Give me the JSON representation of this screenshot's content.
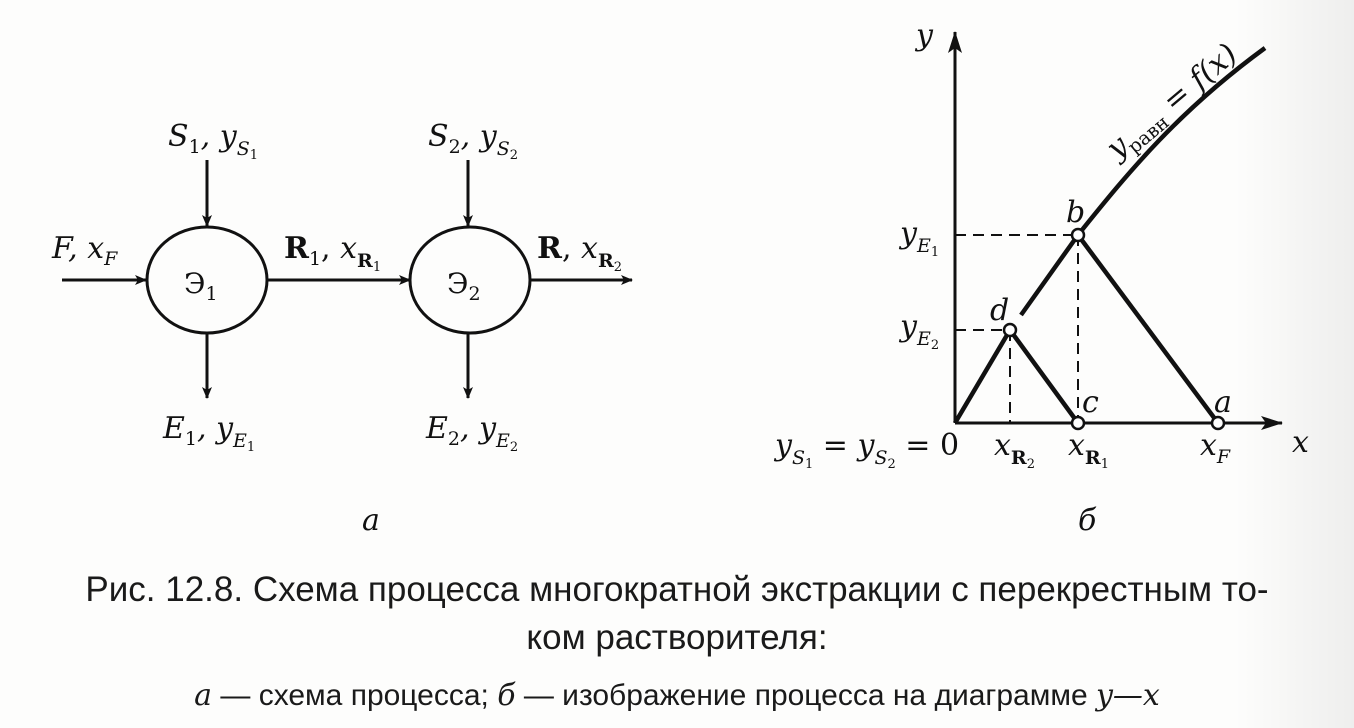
{
  "scheme_a": {
    "feed": {
      "symbol": "F",
      "var": "x",
      "var_sub": "F"
    },
    "stage1": {
      "label": "Э",
      "sub": "1"
    },
    "stage2": {
      "label": "Э",
      "sub": "2"
    },
    "solvent1": {
      "symbol": "S",
      "sub": "1",
      "var": "y",
      "var_sub": "S",
      "var_subsub": "1"
    },
    "solvent2": {
      "symbol": "S",
      "sub": "2",
      "var": "y",
      "var_sub": "S",
      "var_subsub": "2"
    },
    "raffinate1": {
      "symbol": "R",
      "sub": "1",
      "var": "x",
      "var_sub": "R",
      "var_subsub": "1"
    },
    "raffinate_out": {
      "symbol": "R",
      "var": "x",
      "var_sub": "R",
      "var_subsub": "2"
    },
    "extract1": {
      "symbol": "E",
      "sub": "1",
      "var": "y",
      "var_sub": "E",
      "var_subsub": "1"
    },
    "extract2": {
      "symbol": "E",
      "sub": "2",
      "var": "y",
      "var_sub": "E",
      "var_subsub": "2"
    },
    "panel_label": "а"
  },
  "diagram_b": {
    "axis_y": "y",
    "axis_x": "x",
    "curve_label_y": "y",
    "curve_label_sub": "равн",
    "curve_label_eq": " = ",
    "curve_label_f": "f(x)",
    "points": {
      "a": "a",
      "b": "b",
      "c": "c",
      "d": "d"
    },
    "yE1": {
      "var": "y",
      "sub": "E",
      "subsub": "1"
    },
    "yE2": {
      "var": "y",
      "sub": "E",
      "subsub": "2"
    },
    "origin": {
      "y1": "y",
      "s1": "S",
      "ss1": "1",
      "eq1": " = ",
      "y2": "y",
      "s2": "S",
      "ss2": "2",
      "eq2": " = 0"
    },
    "xR2": {
      "var": "x",
      "sub": "R",
      "subsub": "2"
    },
    "xR1": {
      "var": "x",
      "sub": "R",
      "subsub": "1"
    },
    "xF": {
      "var": "x",
      "sub": "F"
    },
    "panel_label": "б"
  },
  "caption": {
    "line1": "Рис. 12.8. Схема процесса многократной экстракции с перекрестным то-",
    "line2": "ком растворителя:",
    "line3_a": "а",
    "line3_mid": " — схема процесса; ",
    "line3_b": "б",
    "line3_end": " — изображение процесса на диаграмме ",
    "line3_yx": "y—x"
  }
}
